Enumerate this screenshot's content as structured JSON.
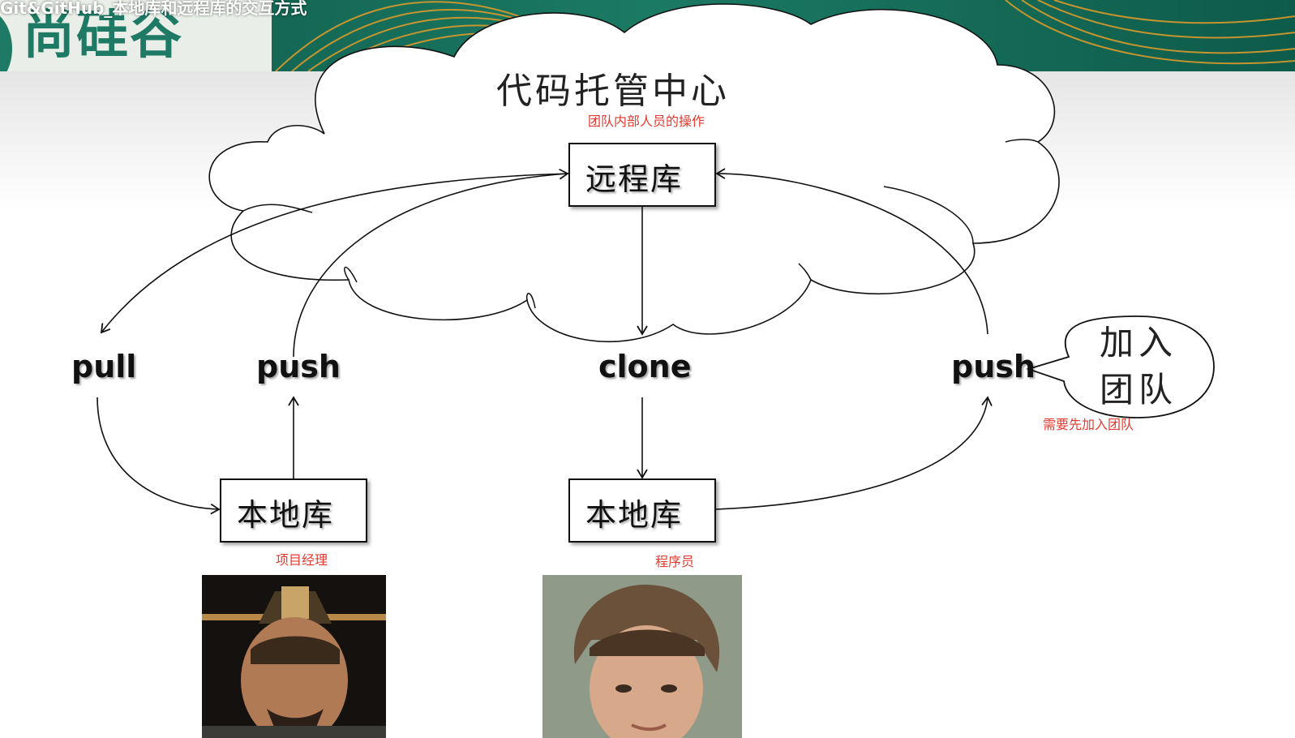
{
  "header": {
    "video_title": "Git&GitHub_本地库和远程库的交互方式",
    "logo_text": "尚硅谷"
  },
  "cloud": {
    "title": "代码托管中心",
    "note": "团队内部人员的操作"
  },
  "nodes": {
    "remote_repo": "远程库",
    "local_repo_manager": "本地库",
    "local_repo_programmer": "本地库"
  },
  "operations": {
    "pull": "pull",
    "push_manager": "push",
    "clone": "clone",
    "push_programmer": "push"
  },
  "bubble": {
    "line1": "加入",
    "line2": "团队"
  },
  "notes": {
    "join_first": "需要先加入团队",
    "manager_role": "项目经理",
    "programmer_role": "程序员"
  },
  "colors": {
    "accent_note": "#e53a2f",
    "banner_teal": "#1e7a64",
    "banner_gold": "#d99a2b"
  },
  "icons": {
    "manager_photo": "portrait-official-icon",
    "programmer_photo": "portrait-young-man-icon"
  }
}
